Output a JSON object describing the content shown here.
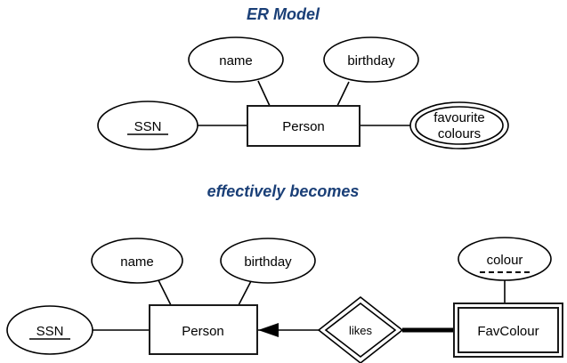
{
  "diagram": {
    "type": "entity-relationship-diagram",
    "sections": [
      {
        "id": "er-model",
        "title": "ER Model",
        "title_color": "#1a3f77",
        "entities": [
          {
            "id": "person-top",
            "label": "Person",
            "shape": "rectangle",
            "kind": "strong-entity"
          }
        ],
        "attributes": [
          {
            "id": "ssn-top",
            "label": "SSN",
            "shape": "ellipse",
            "kind": "key-attribute",
            "underline": "solid",
            "attached_to": "person-top"
          },
          {
            "id": "name-top",
            "label": "name",
            "shape": "ellipse",
            "kind": "simple-attribute",
            "underline": "none",
            "attached_to": "person-top"
          },
          {
            "id": "birthday-top",
            "label": "birthday",
            "shape": "ellipse",
            "kind": "simple-attribute",
            "underline": "none",
            "attached_to": "person-top"
          },
          {
            "id": "favourite-colours",
            "label_line1": "favourite",
            "label_line2": "colours",
            "shape": "double-ellipse",
            "kind": "multivalued-attribute",
            "underline": "none",
            "attached_to": "person-top"
          }
        ]
      },
      {
        "id": "effectively-becomes",
        "title": "effectively becomes",
        "title_color": "#1a3f77",
        "entities": [
          {
            "id": "person-bottom",
            "label": "Person",
            "shape": "rectangle",
            "kind": "strong-entity"
          },
          {
            "id": "favcolour",
            "label": "FavColour",
            "shape": "double-rectangle",
            "kind": "weak-entity"
          }
        ],
        "relationships": [
          {
            "id": "likes",
            "label": "likes",
            "shape": "double-diamond",
            "kind": "identifying-relationship",
            "from": "favcolour",
            "to": "person-bottom",
            "arrow": "total-participation-arrow"
          }
        ],
        "attributes": [
          {
            "id": "ssn-bottom",
            "label": "SSN",
            "shape": "ellipse",
            "kind": "key-attribute",
            "underline": "solid",
            "attached_to": "person-bottom"
          },
          {
            "id": "name-bottom",
            "label": "name",
            "shape": "ellipse",
            "kind": "simple-attribute",
            "underline": "none",
            "attached_to": "person-bottom"
          },
          {
            "id": "birthday-bottom",
            "label": "birthday",
            "shape": "ellipse",
            "kind": "simple-attribute",
            "underline": "none",
            "attached_to": "person-bottom"
          },
          {
            "id": "colour",
            "label": "colour",
            "shape": "ellipse",
            "kind": "partial-key-attribute",
            "underline": "dashed",
            "attached_to": "favcolour"
          }
        ]
      }
    ]
  },
  "colors": {
    "title": "#1a3f77",
    "stroke": "#000000",
    "fill": "#ffffff",
    "background": "#ffffff"
  }
}
